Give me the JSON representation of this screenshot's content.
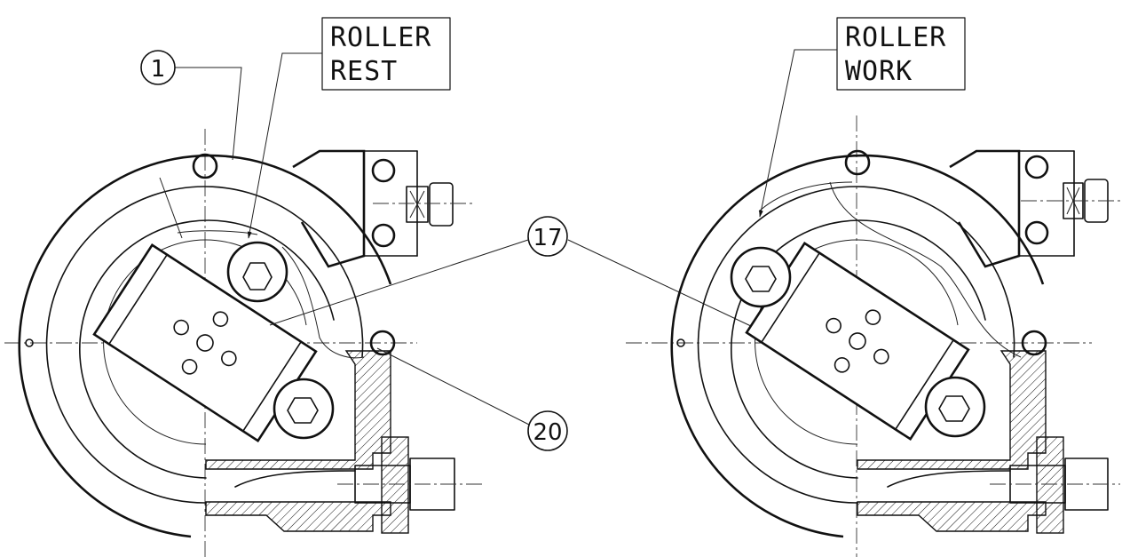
{
  "callouts": {
    "part_1": "1",
    "part_17": "17",
    "part_20": "20"
  },
  "labels": {
    "left": {
      "line1": "ROLLER",
      "line2": "REST"
    },
    "right": {
      "line1": "ROLLER",
      "line2": "WORK"
    }
  }
}
